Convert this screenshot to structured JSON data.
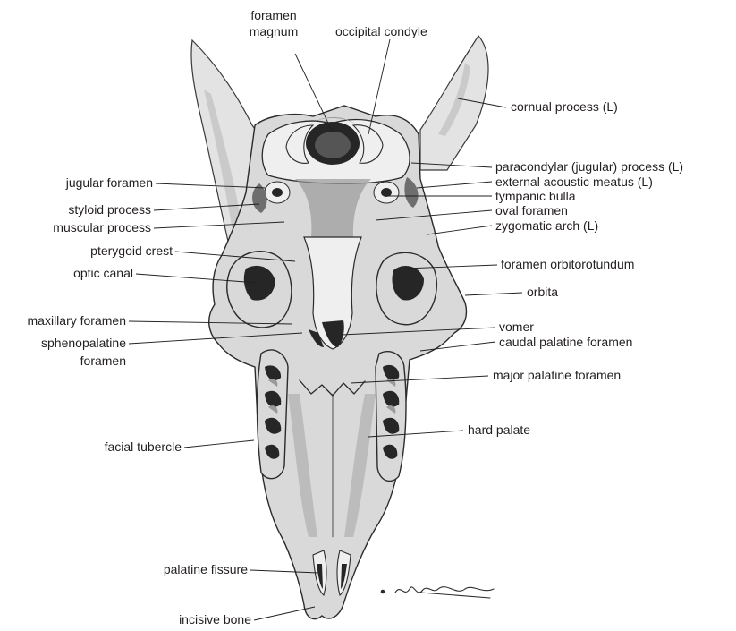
{
  "labels": {
    "foramen_magnum": [
      "foramen",
      "magnum"
    ],
    "occipital_condyle": "occipital condyle",
    "cornual_process": "cornual process (L)",
    "paracondylar_process": "paracondylar (jugular) process (L)",
    "external_acoustic_meatus": "external acoustic meatus (L)",
    "tympanic_bulla": "tympanic bulla",
    "oval_foramen": "oval foramen",
    "zygomatic_arch": "zygomatic arch (L)",
    "foramen_orbitorotundum": "foramen orbitorotundum",
    "orbita": "orbita",
    "vomer": "vomer",
    "caudal_palatine_foramen": "caudal palatine foramen",
    "major_palatine_foramen": "major palatine foramen",
    "hard_palate": "hard palate",
    "jugular_foramen": "jugular foramen",
    "styloid_process": "styloid process",
    "muscular_process": "muscular process",
    "pterygoid_crest": "pterygoid crest",
    "optic_canal": "optic canal",
    "maxillary_foramen": "maxillary foramen",
    "sphenopalatine_foramen": [
      "sphenopalatine",
      "foramen"
    ],
    "facial_tubercle": "facial tubercle",
    "palatine_fissure": "palatine fissure",
    "incisive_bone": "incisive bone"
  },
  "colors": {
    "ink": "#231f20",
    "bone": "#d9d9d9",
    "shadow": "#262626"
  }
}
